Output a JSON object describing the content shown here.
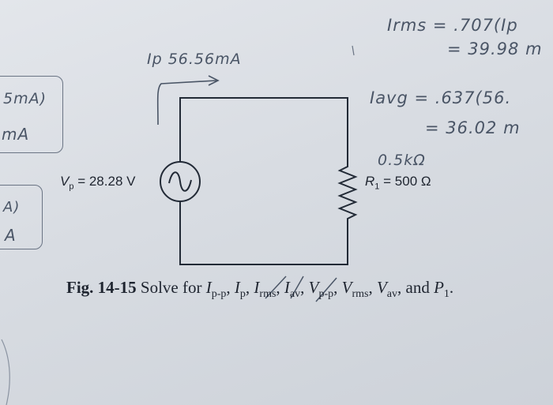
{
  "circuit": {
    "source_label": "V",
    "source_sub": "p",
    "source_value": "= 28.28 V",
    "resistor_label": "R",
    "resistor_sub": "1",
    "resistor_value": "= 500 Ω"
  },
  "caption": {
    "fig_label": "Fig. 14-15",
    "text_prefix": "Solve for",
    "terms": [
      {
        "sym": "I",
        "sub": "p-p"
      },
      {
        "sym": "I",
        "sub": "p"
      },
      {
        "sym": "I",
        "sub": "rms"
      },
      {
        "sym": "I",
        "sub": "av"
      },
      {
        "sym": "V",
        "sub": "p-p"
      },
      {
        "sym": "V",
        "sub": "rms"
      },
      {
        "sym": "V",
        "sub": "av"
      },
      {
        "sym": "P",
        "sub": "1"
      }
    ],
    "and_word": "and"
  },
  "handwriting": {
    "ip_note": "Ip 56.56mA",
    "irms_line1": "Irms = .707(Ip",
    "irms_line2": "= 39.98 m",
    "iavg_line1": "Iavg = .637(56.",
    "iavg_line2": "= 36.02 m",
    "r_note": "0.5kΩ",
    "margin_1": "5mA)",
    "margin_2": "mA",
    "margin_3": "A)",
    "margin_4": "A"
  }
}
